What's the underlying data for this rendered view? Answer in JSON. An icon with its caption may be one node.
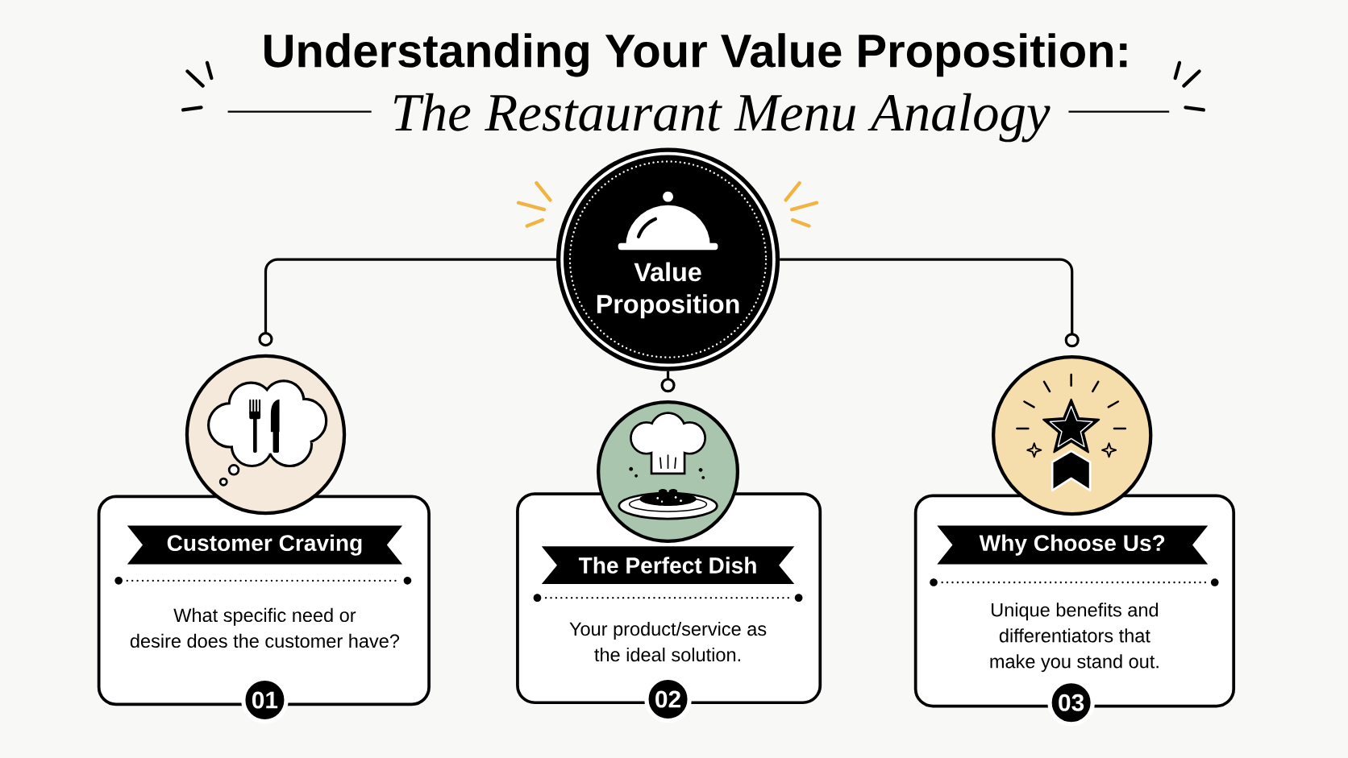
{
  "diagram": {
    "title": "Understanding Your Value Proposition:",
    "nodes": [
      {
        "text": [
          "Value Proposition"
        ]
      },
      {
        "text": [],
        "shape": "circle"
      },
      {
        "text": [
          "Customer Craving",
          "What specific need or desire does the customer have?",
          "01"
        ]
      },
      {
        "text": [],
        "shape": "circle"
      },
      {
        "text": [
          "The Perfect Dish",
          "Your product/service as the ideal solution.",
          "02"
        ]
      },
      {
        "text": [],
        "shape": "circle"
      },
      {
        "text": [
          "Why Choose Us?",
          "Unique benefits and differentiators that make you stand out.",
          "03"
        ]
      }
    ],
    "edges": [
      {
        "from": 0,
        "to": 1,
        "arrow": "other"
      },
      {
        "from": 0,
        "to": 3,
        "arrow": "other"
      },
      {
        "from": 0,
        "to": 5,
        "arrow": "other"
      }
    ],
    "labels": [
      "The Restaurant Menu Analogy"
    ]
  }
}
